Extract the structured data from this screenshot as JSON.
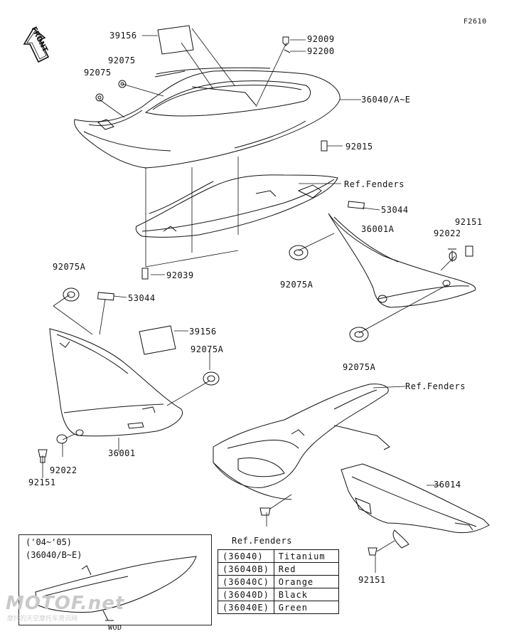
{
  "diagram": {
    "figure_code": "F2610",
    "front_label": "FRONT",
    "inset": {
      "years": "('04~'05)",
      "part": "(36040/B~E)",
      "tag": "WOD"
    },
    "watermark": "MOTOF.net",
    "watermark_sub": "摩托的天空摩托车资讯网",
    "callouts": [
      {
        "id": "c1",
        "text": "39156"
      },
      {
        "id": "c2",
        "text": "92075"
      },
      {
        "id": "c3",
        "text": "92075"
      },
      {
        "id": "c4",
        "text": "92009"
      },
      {
        "id": "c5",
        "text": "92200"
      },
      {
        "id": "c6",
        "text": "36040/A~E"
      },
      {
        "id": "c7",
        "text": "92015"
      },
      {
        "id": "c8",
        "text": "Ref.Fenders"
      },
      {
        "id": "c9",
        "text": "53044"
      },
      {
        "id": "c10",
        "text": "36001A"
      },
      {
        "id": "c11",
        "text": "92151"
      },
      {
        "id": "c12",
        "text": "92022"
      },
      {
        "id": "c13",
        "text": "92039"
      },
      {
        "id": "c14",
        "text": "92075A"
      },
      {
        "id": "c15",
        "text": "92075A"
      },
      {
        "id": "c16",
        "text": "53044"
      },
      {
        "id": "c17",
        "text": "39156"
      },
      {
        "id": "c18",
        "text": "92075A"
      },
      {
        "id": "c19",
        "text": "92075A"
      },
      {
        "id": "c20",
        "text": "Ref.Fenders"
      },
      {
        "id": "c21",
        "text": "36001"
      },
      {
        "id": "c22",
        "text": "92022"
      },
      {
        "id": "c23",
        "text": "92151"
      },
      {
        "id": "c24",
        "text": "36014"
      },
      {
        "id": "c25",
        "text": "Ref.Fenders"
      },
      {
        "id": "c26",
        "text": "92151"
      }
    ],
    "color_table": [
      {
        "code": "(36040)",
        "color": "Titanium"
      },
      {
        "code": "(36040B)",
        "color": "Red"
      },
      {
        "code": "(36040C)",
        "color": "Orange"
      },
      {
        "code": "(36040D)",
        "color": "Black"
      },
      {
        "code": "(36040E)",
        "color": "Green"
      }
    ]
  }
}
